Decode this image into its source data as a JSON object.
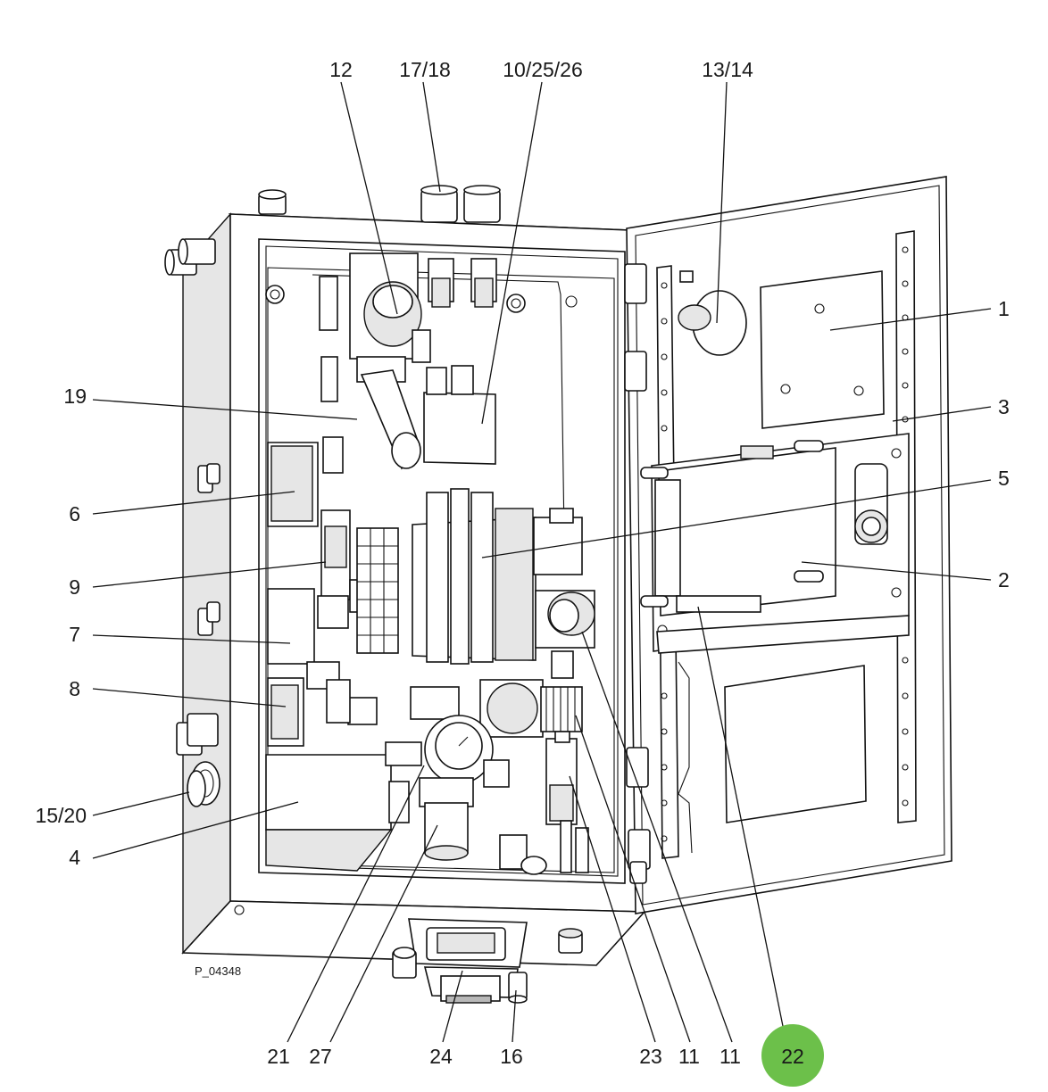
{
  "drawing": {
    "reference_code": "P_04348"
  },
  "callouts": {
    "top": [
      "12",
      "17/18",
      "10/25/26",
      "13/14"
    ],
    "left": [
      "19",
      "6",
      "9",
      "7",
      "8",
      "15/20",
      "4"
    ],
    "right": [
      "1",
      "3",
      "5",
      "2"
    ],
    "bottom": [
      "21",
      "27",
      "24",
      "16",
      "23",
      "11",
      "11",
      "22"
    ]
  },
  "highlight": {
    "label": "22",
    "color": "#6cc04a"
  }
}
